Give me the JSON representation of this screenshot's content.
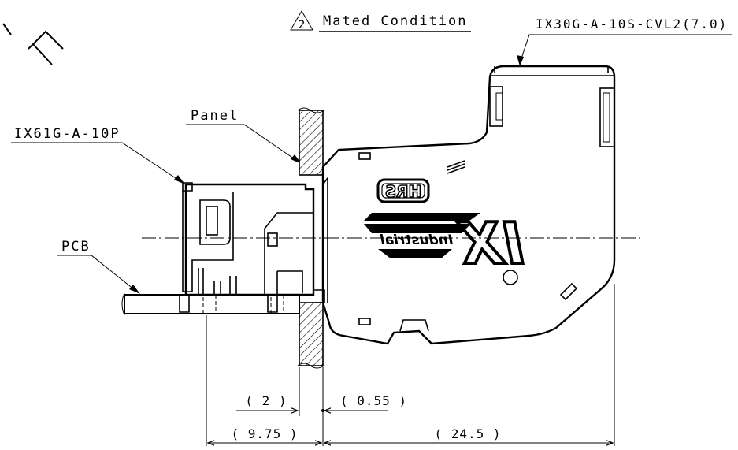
{
  "title": {
    "revision": "2",
    "text": "Mated Condition"
  },
  "parts": {
    "receptacle": "IX61G-A-10P",
    "plug": "IX30G-A-10S-CVL2(7.0)",
    "panel": "Panel",
    "pcb": "PCB"
  },
  "branding": {
    "maker_logo": "HRS",
    "product_logo": "IX",
    "product_word": "Industrial"
  },
  "dimensions": {
    "d1": "( 2 )",
    "d2": "( 0.55 )",
    "d3": "( 9.75 )",
    "d4": "( 24.5 )"
  }
}
